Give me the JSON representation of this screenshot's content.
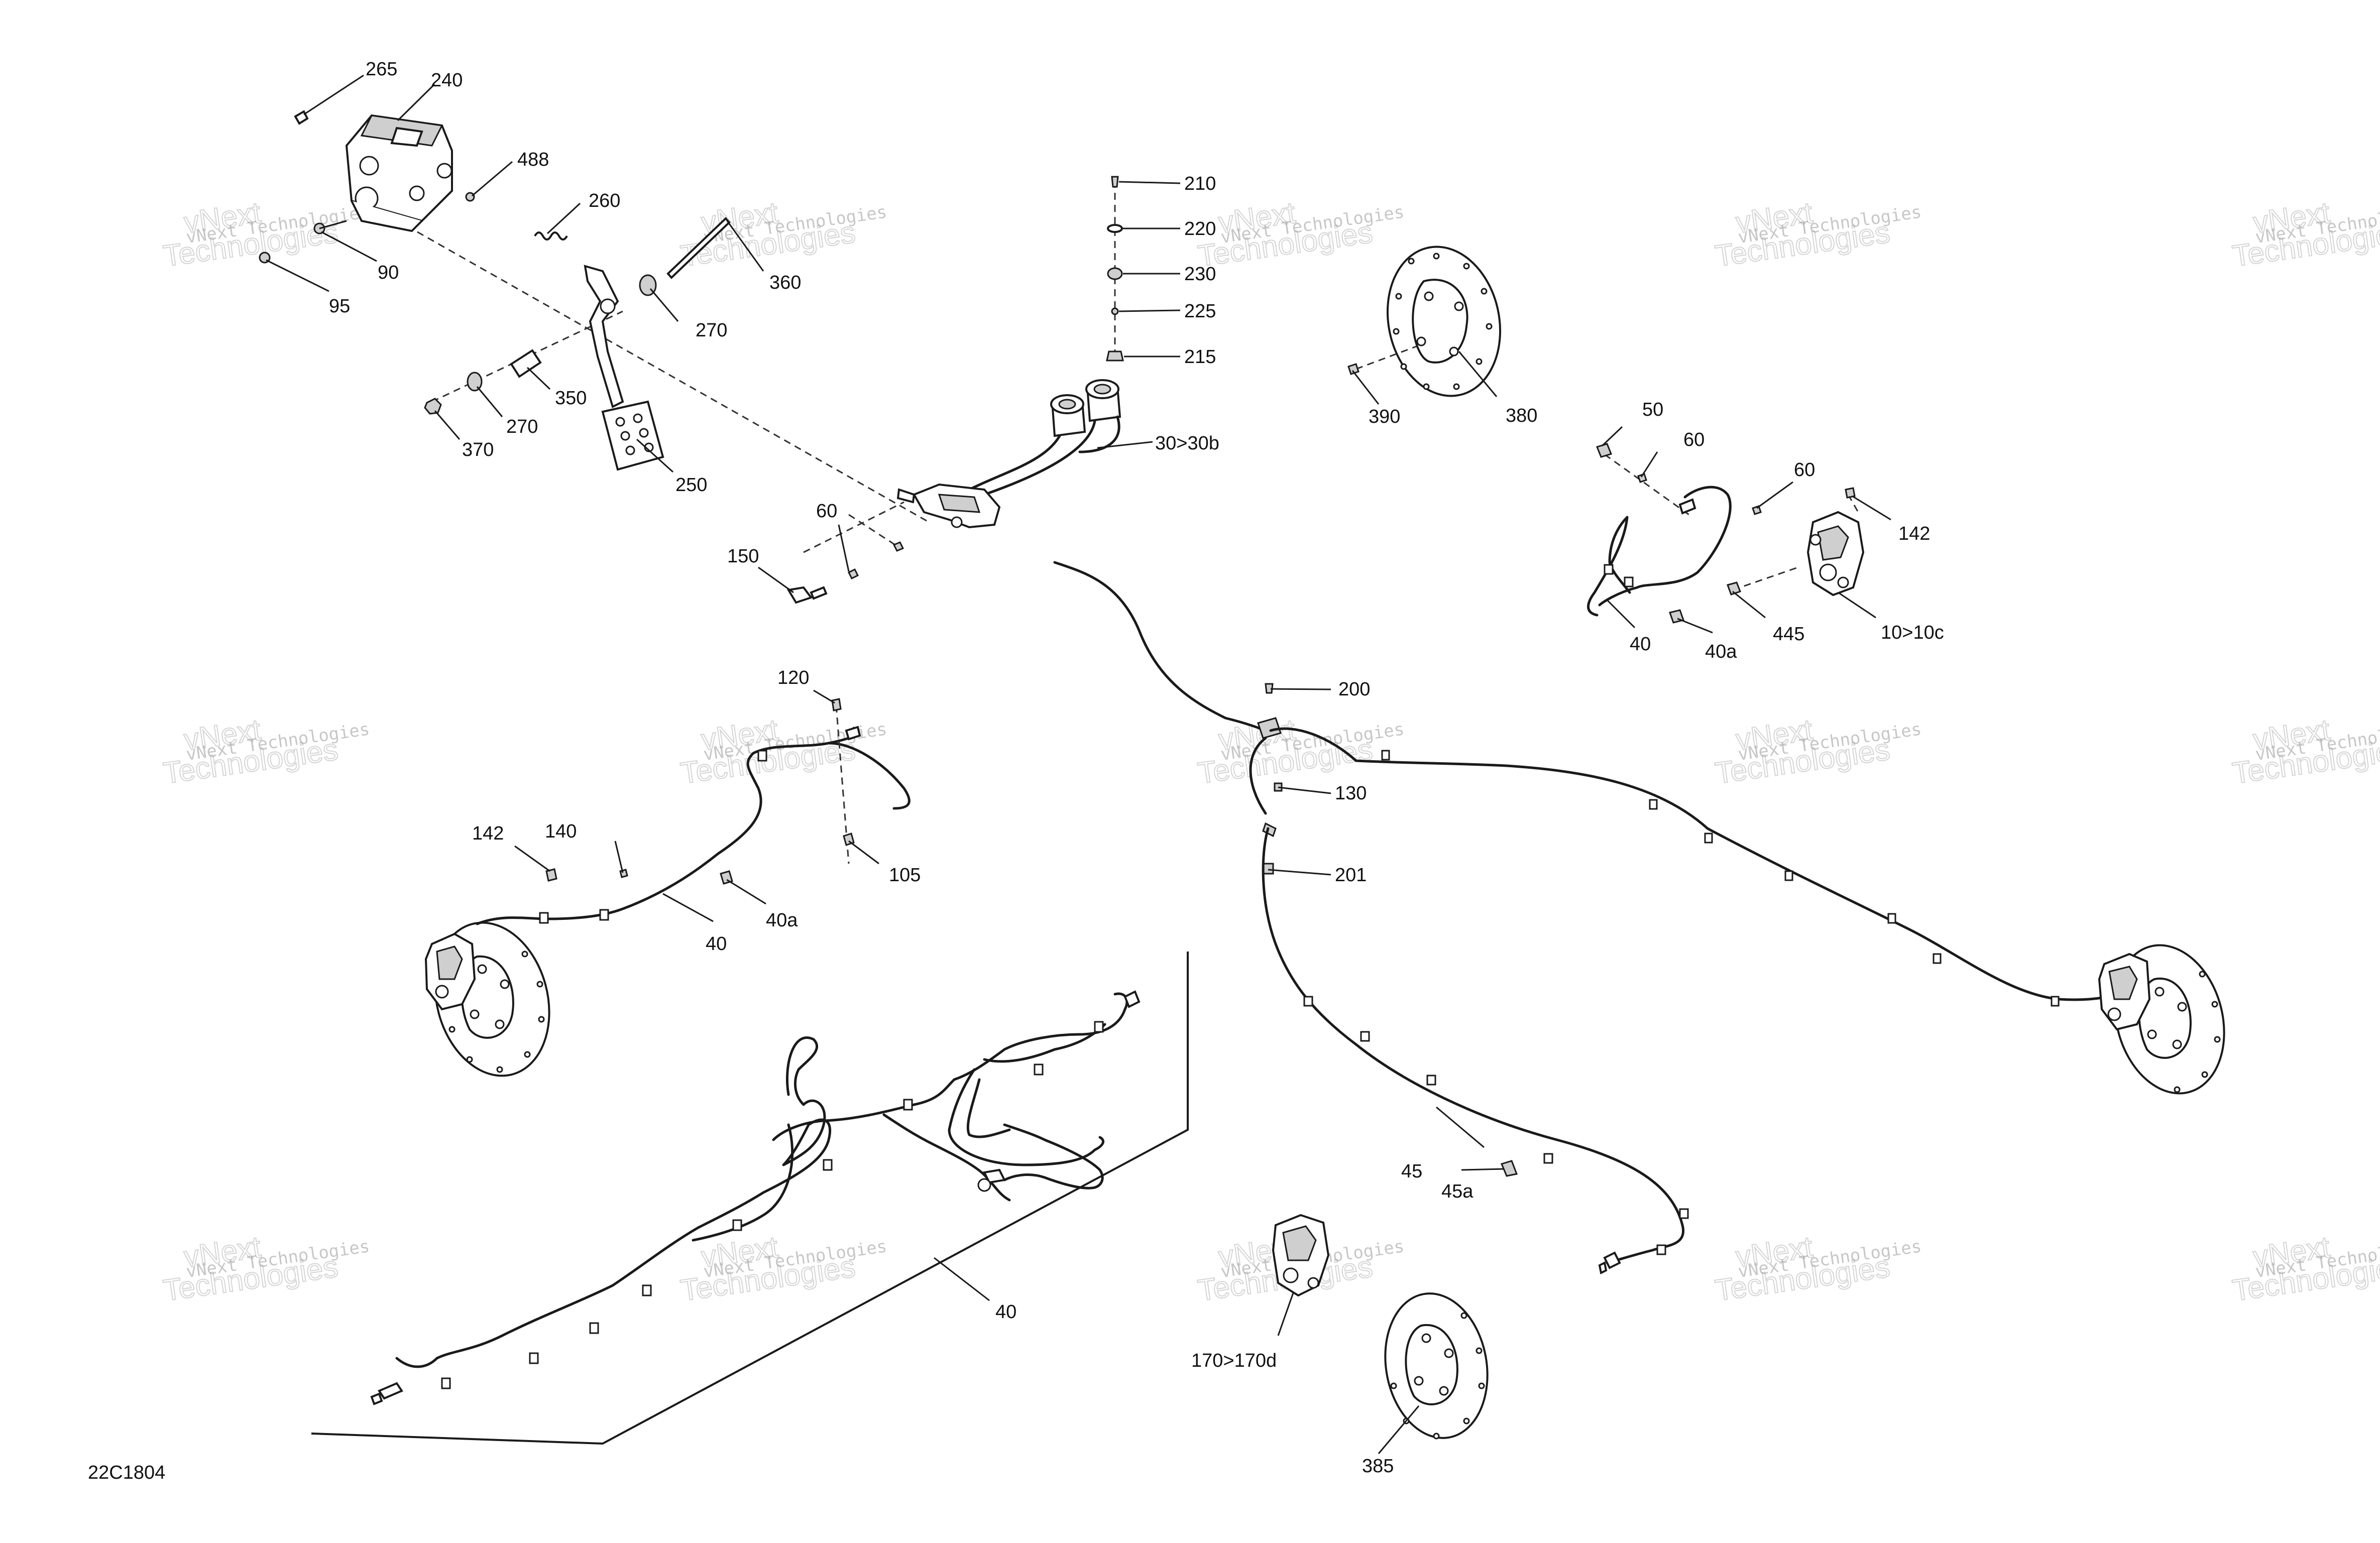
{
  "drawing_ref": "22C1804",
  "watermark": {
    "line1": "vNext Technologies",
    "line2": "vNext",
    "line3": "Technologies"
  },
  "callouts": {
    "c265": "265",
    "c240": "240",
    "c488": "488",
    "c260": "260",
    "c90": "90",
    "c95": "95",
    "c360": "360",
    "c270a": "270",
    "c350": "350",
    "c270b": "270",
    "c370": "370",
    "c250": "250",
    "c210": "210",
    "c220": "220",
    "c230": "230",
    "c225": "225",
    "c215": "215",
    "c30": "30>30b",
    "c60a": "60",
    "c150": "150",
    "c390": "390",
    "c380": "380",
    "c50": "50",
    "c60b": "60",
    "c60c": "60",
    "c142a": "142",
    "c40a": "40",
    "c40aa": "40a",
    "c445": "445",
    "c10": "10>10c",
    "c120": "120",
    "c200": "200",
    "c130": "130",
    "c201": "201",
    "c142b": "142",
    "c140": "140",
    "c105": "105",
    "c40ab": "40a",
    "c40b": "40",
    "c40c": "40",
    "c45": "45",
    "c45a": "45a",
    "c170": "170>170d",
    "c385": "385"
  }
}
